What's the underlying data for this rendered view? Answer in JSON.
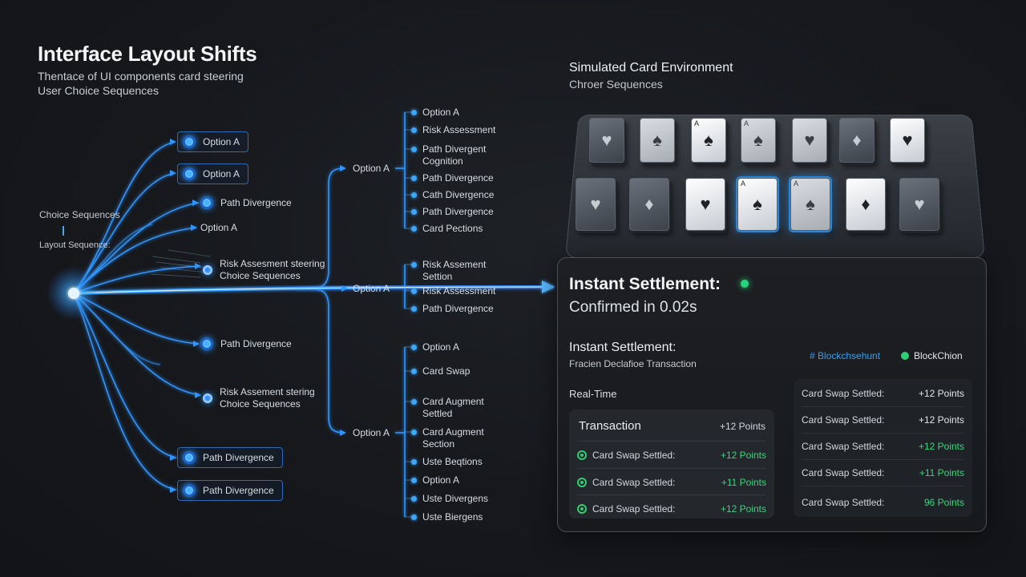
{
  "header": {
    "title": "Interface Layout Shifts",
    "subtitle_line1": "Thentace of UI components card steering",
    "subtitle_line2": "User Choice Sequences"
  },
  "left_labels": {
    "choice_sequences": "Choice Sequences",
    "layout_sequence": "Layout Sequence:"
  },
  "flow_nodes": [
    {
      "label": "Option A"
    },
    {
      "label": "Option A"
    },
    {
      "label": "Path Divergence"
    },
    {
      "label": "Option A"
    },
    {
      "label": "Risk Assesment steering",
      "label2": "Choice Sequences"
    },
    {
      "label": "Path Divergence"
    },
    {
      "label": "Risk Assement stering",
      "label2": "Choice Sequences"
    },
    {
      "label": "Path Divergence"
    },
    {
      "label": "Path Divergence"
    }
  ],
  "mid_nodes": [
    {
      "label": "Option A"
    },
    {
      "label": "Option A"
    },
    {
      "label": "Option A"
    }
  ],
  "leaf_groups": [
    {
      "items": [
        "Option A",
        "Risk Assessment",
        "Path Divergent Cognition",
        "Path Divergence",
        "Cath Divergence",
        "Path Divergence",
        "Card Pections"
      ]
    },
    {
      "items": [
        "Risk Assement Settion",
        "Risk Assessment",
        "Path Divergence"
      ]
    },
    {
      "items": [
        "Option A",
        "Card Swap",
        "Card Augment Settled",
        "Card Augment Section",
        "Uste Beqtions",
        "Option A",
        "Uste Divergens",
        "Uste Biergens"
      ]
    }
  ],
  "environment": {
    "title": "Simulated Card Environment",
    "subtitle": "Chroer Sequences"
  },
  "cards_row1": [
    {
      "suit": "♥",
      "tone": "dark"
    },
    {
      "suit": "♠",
      "tone": "mid"
    },
    {
      "suit": "♠",
      "tone": "light",
      "rank": "A"
    },
    {
      "suit": "♠",
      "tone": "mid",
      "rank": "A"
    },
    {
      "suit": "♥",
      "tone": "mid"
    },
    {
      "suit": "♦",
      "tone": "dark"
    },
    {
      "suit": "♥",
      "tone": "light"
    }
  ],
  "cards_row2": [
    {
      "suit": "♥",
      "tone": "dark"
    },
    {
      "suit": "♦",
      "tone": "dark"
    },
    {
      "suit": "♥",
      "tone": "light"
    },
    {
      "suit": "♠",
      "tone": "light",
      "rank": "A",
      "glow": true
    },
    {
      "suit": "♠",
      "tone": "mid",
      "rank": "A",
      "glow": true
    },
    {
      "suit": "♦",
      "tone": "light"
    },
    {
      "suit": "♥",
      "tone": "dark"
    }
  ],
  "settlement": {
    "heading": "Instant Settlement:",
    "confirmed": "Confirmed in 0.02s",
    "heading2": "Instant Settlement:",
    "description": "Fracien Declafioe Transaction",
    "realtime": "Real-Time",
    "legend_left": "# Blockchsehunt",
    "legend_right": "BlockChion",
    "transaction_title": "Transaction",
    "transaction_points": "+12 Points",
    "transactions": [
      {
        "label": "Card Swap Settled:",
        "points": "+12 Points"
      },
      {
        "label": "Card Swap Settled:",
        "points": "+11 Points"
      },
      {
        "label": "Card Swap Settled:",
        "points": "+12 Points"
      }
    ],
    "ledger": [
      {
        "label": "Card Swap Settled:",
        "points": "+12 Points",
        "tone": "w"
      },
      {
        "label": "Card Swap Settled:",
        "points": "+12 Points",
        "tone": "w"
      },
      {
        "label": "Card Swap Settled:",
        "points": "+12 Points",
        "tone": "g"
      },
      {
        "label": "Card Swap Settled:",
        "points": "+11 Points",
        "tone": "g"
      },
      {
        "label": "Card Swap Settled:",
        "points": "96 Points",
        "tone": "g"
      }
    ]
  },
  "colors": {
    "accent_blue": "#2f95ff",
    "accent_green": "#27d47a",
    "background": "#16181c"
  }
}
